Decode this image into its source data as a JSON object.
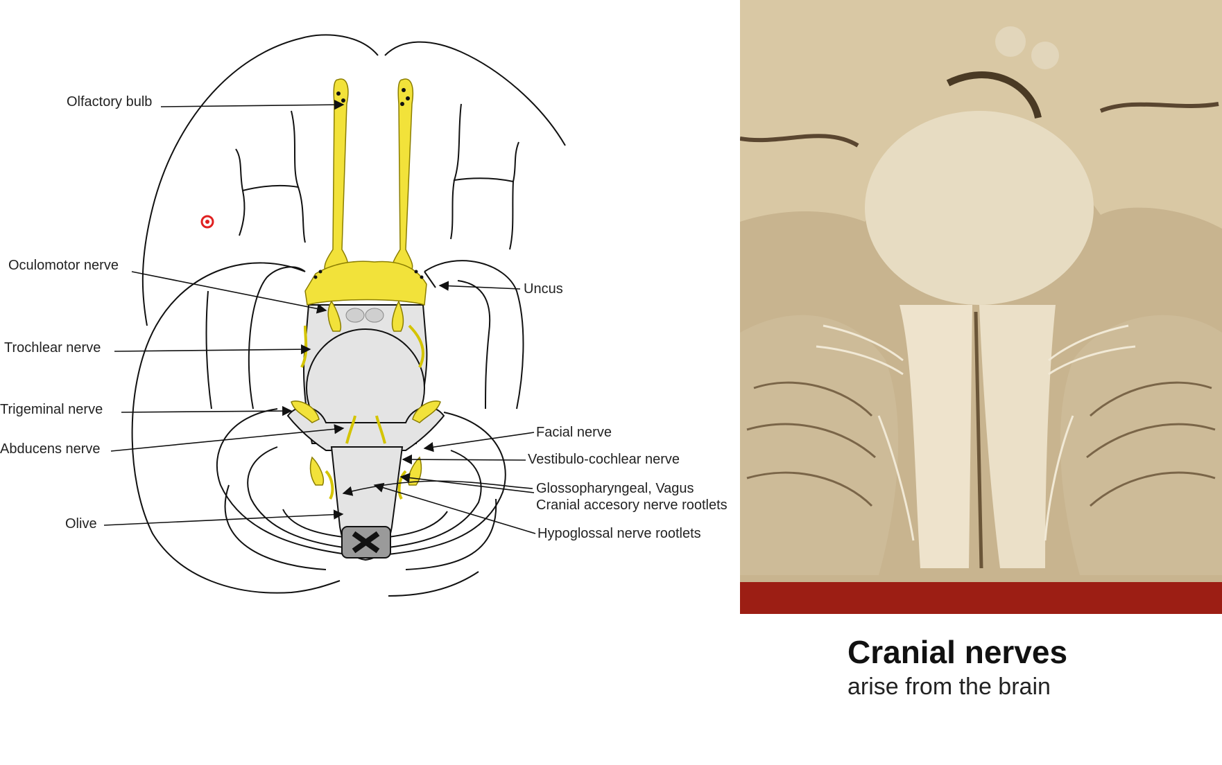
{
  "diagram": {
    "labels": {
      "olfactory_bulb": "Olfactory bulb",
      "oculomotor_nerve": "Oculomotor nerve",
      "trochlear_nerve": "Trochlear nerve",
      "trigeminal_nerve": "Trigeminal nerve",
      "abducens_nerve": "Abducens nerve",
      "olive": "Olive",
      "uncus": "Uncus",
      "facial_nerve": "Facial nerve",
      "vestibulo_cochlear_nerve": "Vestibulo-cochlear nerve",
      "glossopharyngeal_vagus": "Glossopharyngeal,  Vagus",
      "cranial_accessory_rootlets": "Cranial accesory nerve rootlets",
      "hypoglossal_rootlets": "Hypoglossal nerve rootlets"
    },
    "nerve_color": "#f2e23a",
    "stem_fill": "#e4e4e4"
  },
  "photo": {
    "background_color": "#9c1e14",
    "tissue_color": "#d8c8a6"
  },
  "caption": {
    "title": "Cranial nerves",
    "subtitle": "arise from the brain"
  },
  "pointer_icon": "laser-pointer-dot-icon"
}
